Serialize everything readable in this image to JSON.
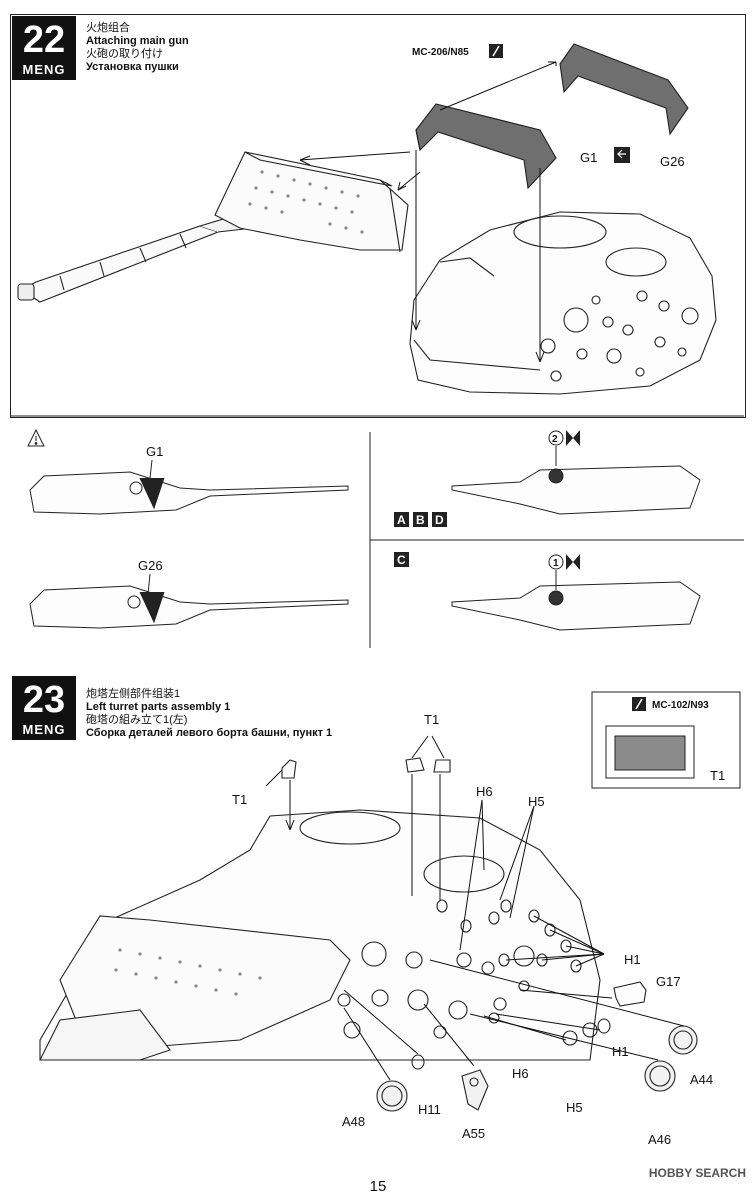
{
  "step22": {
    "number": "22",
    "brand": "MENG",
    "title_cn": "火炮组合",
    "title_en": "Attaching main gun",
    "title_jp": "火砲の取り付け",
    "title_ru": "Установка пушки",
    "paint_code": "MC-206/N85",
    "part_labels": {
      "g1": "G1",
      "g26": "G26"
    },
    "warning_sub": {
      "g1": "G1",
      "g26": "G26"
    },
    "variants_abd": [
      "A",
      "B",
      "D"
    ],
    "variant_c": "C",
    "option_2": "2",
    "option_1": "1"
  },
  "step23": {
    "number": "23",
    "brand": "MENG",
    "title_cn": "炮塔左侧部件组装1",
    "title_en": "Left turret parts assembly 1",
    "title_jp": "砲塔の組み立て1(左)",
    "title_ru": "Сборка деталей левого борта башни, пункт 1",
    "inset_paint_code": "MC-102/N93",
    "inset_part": "T1",
    "part_labels": {
      "t1_left": "T1",
      "t1_top": "T1",
      "h6_top": "H6",
      "h5_top": "H5",
      "h1_right": "H1",
      "g17": "G17",
      "h1_lower": "H1",
      "a44": "A44",
      "h6_lower": "H6",
      "h5_lower": "H5",
      "a46": "A46",
      "a48": "A48",
      "h11": "H11",
      "a55": "A55"
    }
  },
  "page_number": "15",
  "watermark": "HOBBY SEARCH"
}
